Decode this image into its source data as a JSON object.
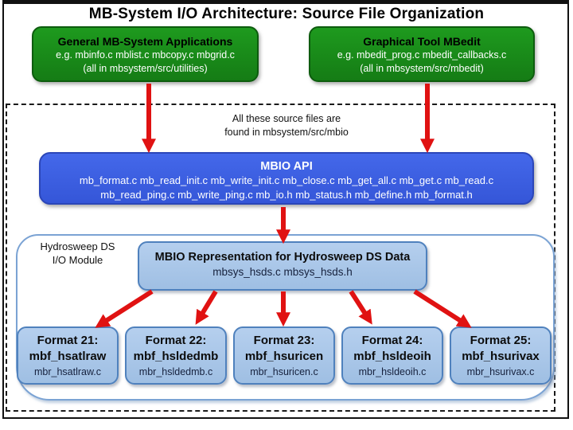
{
  "title": "MB-System I/O Architecture: Source File Organization",
  "apps_box": {
    "title": "General MB-System Applications",
    "examples": "e.g. mbinfo.c mblist.c mbcopy.c mbgrid.c",
    "location": "(all in mbsystem/src/utilities)"
  },
  "mbedit_box": {
    "title": "Graphical Tool MBedit",
    "examples": "e.g. mbedit_prog.c mbedit_callbacks.c",
    "location": "(all in mbsystem/src/mbedit)"
  },
  "mbio_note": {
    "line1": "All these source files are",
    "line2": "found in mbsystem/src/mbio"
  },
  "mbio_api": {
    "title": "MBIO API",
    "files_line1": "mb_format.c mb_read_init.c mb_write_init.c mb_close.c mb_get_all.c mb_get.c mb_read.c",
    "files_line2": "mb_read_ping.c mb_write_ping.c mb_io.h mb_status.h mb_define.h mb_format.h"
  },
  "module": {
    "label_line1": "Hydrosweep DS",
    "label_line2": "I/O Module",
    "representation": {
      "title": "MBIO Representation for Hydrosweep DS Data",
      "files": "mbsys_hsds.c mbsys_hsds.h"
    },
    "formats": [
      {
        "id": "Format 21:",
        "name": "mbf_hsatlraw",
        "file": "mbr_hsatlraw.c"
      },
      {
        "id": "Format 22:",
        "name": "mbf_hsldedmb",
        "file": "mbr_hsldedmb.c"
      },
      {
        "id": "Format 23:",
        "name": "mbf_hsuricen",
        "file": "mbr_hsuricen.c"
      },
      {
        "id": "Format 24:",
        "name": "mbf_hsldeoih",
        "file": "mbr_hsldeoih.c"
      },
      {
        "id": "Format 25:",
        "name": "mbf_hsurivax",
        "file": "mbr_hsurivax.c"
      }
    ]
  },
  "colors": {
    "green_fill": "#157c15",
    "green_border": "#0d5c0e",
    "api_blue_fill": "#3c5fe0",
    "api_blue_border": "#2b46b8",
    "lightblue_fill": "#a9c6e8",
    "lightblue_border": "#4f81bd",
    "module_border": "#7ba3d4",
    "arrow_red": "#e01212",
    "frame_black": "#111111"
  }
}
